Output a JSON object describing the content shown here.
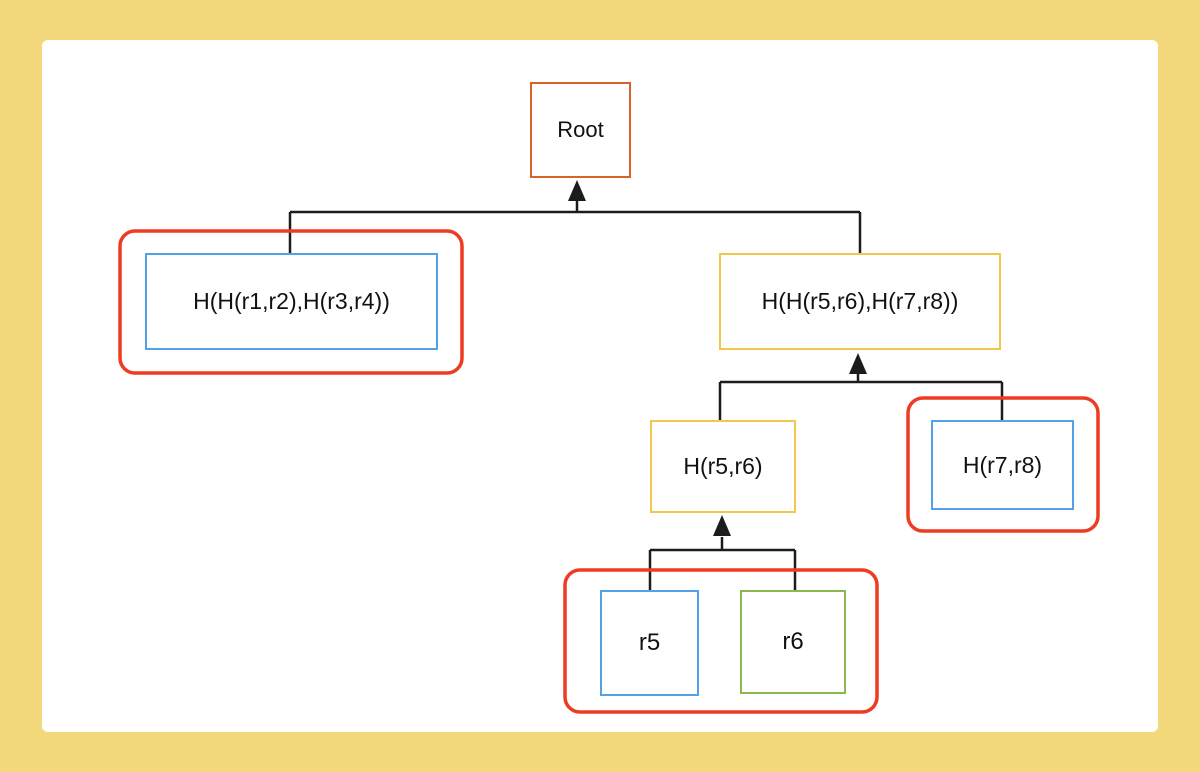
{
  "diagram": {
    "type": "merkle-hash-tree",
    "nodes": {
      "root": {
        "label": "Root"
      },
      "left_child": {
        "label": "H(H(r1,r2),H(r3,r4))"
      },
      "right_child": {
        "label": "H(H(r5,r6),H(r7,r8))"
      },
      "h_r5_r6": {
        "label": "H(r5,r6)"
      },
      "h_r7_r8": {
        "label": "H(r7,r8)"
      },
      "r5": {
        "label": "r5"
      },
      "r6": {
        "label": "r6"
      }
    },
    "colors": {
      "page_background": "#f3d87c",
      "canvas_background": "#ffffff",
      "root_border": "#d9622b",
      "blue_border": "#55a1e8",
      "yellow_border": "#f2c84b",
      "green_border": "#8ab850",
      "highlight_stroke": "#ee3c22",
      "line": "#1c1c1c"
    }
  }
}
